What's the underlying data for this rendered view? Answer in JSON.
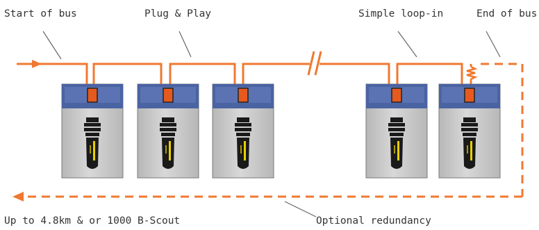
{
  "labels": {
    "start_of_bus": "Start of bus",
    "plug_and_play": "Plug & Play",
    "simple_loop_in": "Simple loop-in",
    "end_of_bus": "End of bus",
    "range": "Up to 4.8km & or 1000 B-Scout",
    "optional_redundancy": "Optional redundancy"
  },
  "devices": [
    {
      "id": 1
    },
    {
      "id": 2
    },
    {
      "id": 3
    },
    {
      "id": 4
    },
    {
      "id": 5
    }
  ],
  "colors": {
    "bus_line": "#f07830",
    "device_header": "#4a63a3",
    "device_header_band": "#6a82c0",
    "device_body": "#b7b7b7",
    "device_body_light": "#d8d8d8",
    "connector": "#e65a1e",
    "leader_line": "#666666",
    "probe_black": "#1a1a1a",
    "probe_yellow": "#e8d000",
    "text": "#333333"
  },
  "icons": {
    "bus_break": "double-slash-break-icon",
    "terminator": "resistor-terminator-icon",
    "arrow": "arrowhead-icon"
  }
}
